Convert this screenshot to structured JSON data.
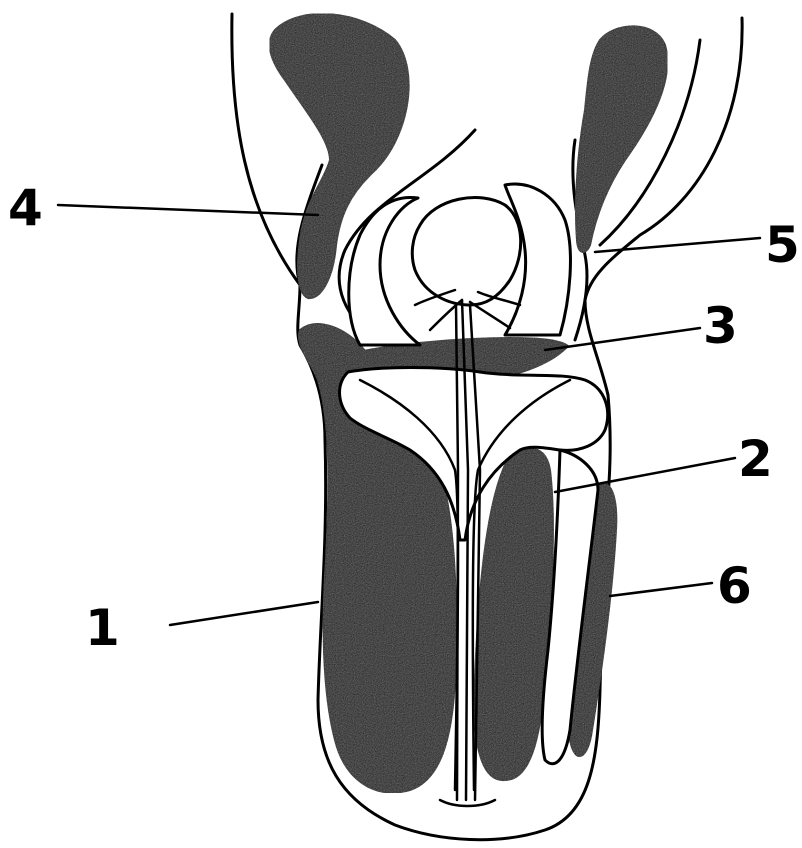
{
  "labels": {
    "l1": "1",
    "l2": "2",
    "l3": "3",
    "l4": "4",
    "l5": "5",
    "l6": "6"
  },
  "colors": {
    "ink": "#000000",
    "dark_fill": "#111111",
    "background": "#ffffff"
  }
}
